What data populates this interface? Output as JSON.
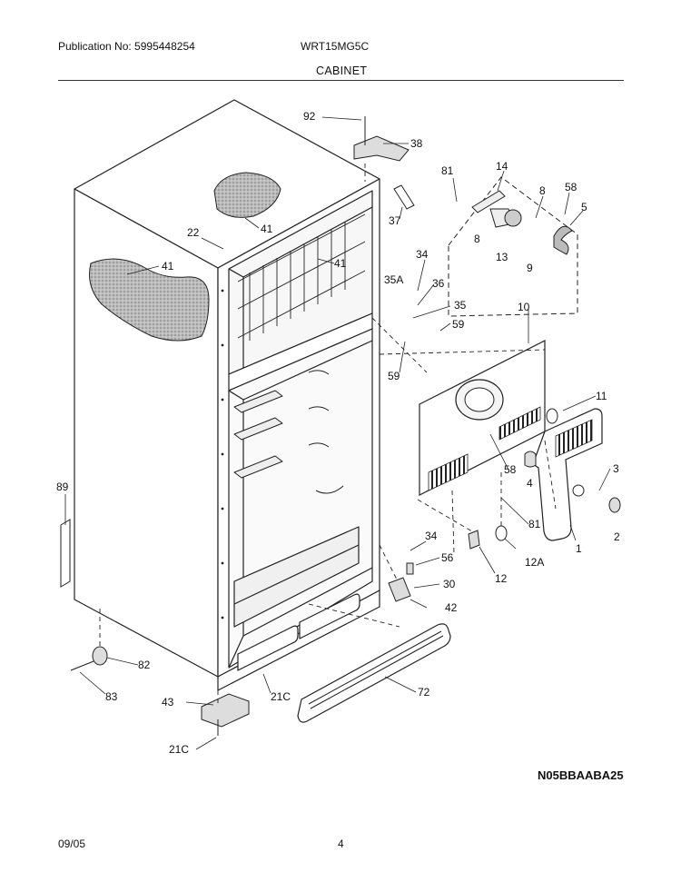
{
  "header": {
    "publication": "Publication No: 5995448254",
    "model": "WRT15MG5C",
    "section": "CABINET"
  },
  "footer": {
    "date": "09/05",
    "page": "4"
  },
  "diagram": {
    "drawing_code": "N05BBAABA25",
    "callouts": [
      "92",
      "38",
      "81",
      "14",
      "8",
      "58",
      "5",
      "22",
      "41",
      "37",
      "34",
      "36",
      "35A",
      "35",
      "59",
      "13",
      "9",
      "10",
      "11",
      "58",
      "4",
      "3",
      "2",
      "89",
      "34",
      "56",
      "30",
      "42",
      "81",
      "12A",
      "12",
      "1",
      "82",
      "83",
      "43",
      "21C",
      "72",
      "21C"
    ]
  }
}
